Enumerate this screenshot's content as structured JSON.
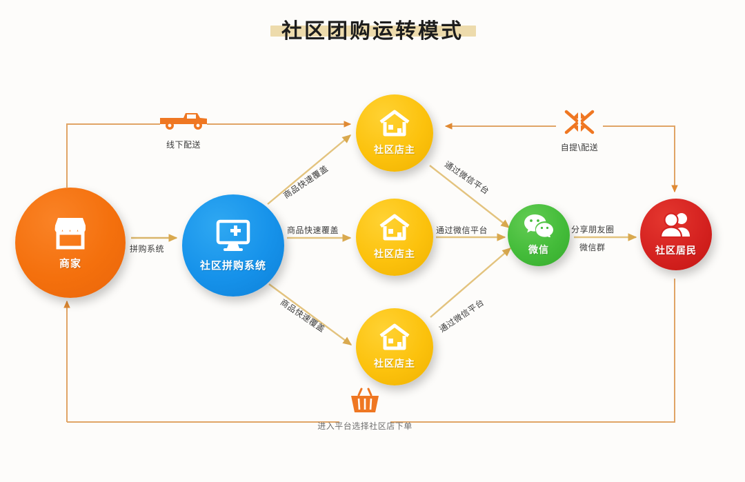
{
  "page": {
    "title": "社区团购运转模式",
    "background": "#fdfcfa",
    "title_band_color": "#ecd9a8"
  },
  "colors": {
    "merchant": "#f4700d",
    "system": "#1692ea",
    "owner": "#fcc20d",
    "wechat": "#44bc3a",
    "resident": "#d52220",
    "arrow_gold": "#d9b56a",
    "arrow_orange": "#e08a33",
    "label_text": "#3a3a3a"
  },
  "nodes": [
    {
      "id": "merchant",
      "label": "商家",
      "icon": "shop-icon",
      "color": "#f4700d"
    },
    {
      "id": "system",
      "label": "社区拼购系统",
      "icon": "monitor-plus-icon",
      "color": "#1692ea"
    },
    {
      "id": "owner1",
      "label": "社区店主",
      "icon": "house-icon",
      "color": "#fcc20d"
    },
    {
      "id": "owner2",
      "label": "社区店主",
      "icon": "house-icon",
      "color": "#fcc20d"
    },
    {
      "id": "owner3",
      "label": "社区店主",
      "icon": "house-icon",
      "color": "#fcc20d"
    },
    {
      "id": "wechat",
      "label": "微信",
      "icon": "wechat-icon",
      "color": "#44bc3a"
    },
    {
      "id": "resident",
      "label": "社区居民",
      "icon": "people-icon",
      "color": "#d52220"
    }
  ],
  "edge_labels": {
    "merchant_to_system": "拼购系统",
    "system_to_owner1": "商品快速覆盖",
    "system_to_owner2": "商品快速覆盖",
    "system_to_owner3": "商品快速覆盖",
    "owner1_to_wechat": "通过微信平台",
    "owner2_to_wechat": "通过微信平台",
    "owner3_to_wechat": "通过微信平台",
    "wechat_to_resident_top": "分享朋友圈",
    "wechat_to_resident_bottom": "微信群"
  },
  "badges": [
    {
      "id": "offline-delivery",
      "icon": "truck-icon",
      "caption": "线下配送"
    },
    {
      "id": "self-pickup",
      "icon": "converge-arrows-icon",
      "caption": "自提\\配送"
    },
    {
      "id": "place-order",
      "icon": "basket-icon",
      "caption": "进入平台选择社区店下单"
    }
  ]
}
